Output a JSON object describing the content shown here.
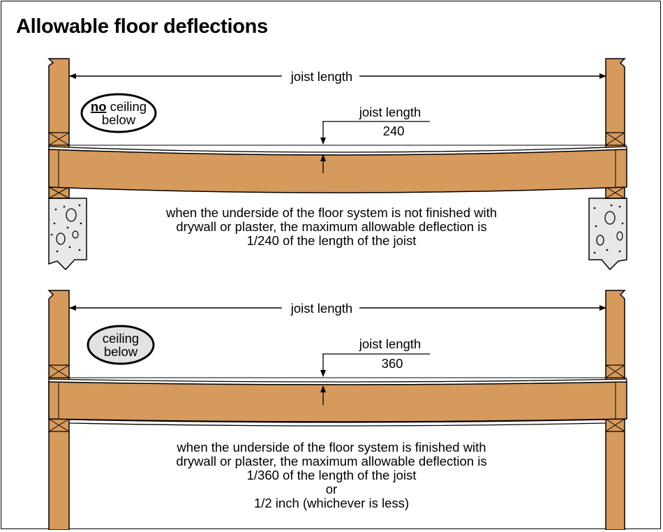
{
  "title": "Allowable floor deflections",
  "panels": [
    {
      "span_label": "joist length",
      "badge": {
        "emphasis": "no",
        "line1_rest": " ceiling",
        "line2": "below"
      },
      "fraction": {
        "numerator": "joist length",
        "denominator": "240"
      },
      "caption": [
        "when the underside of the floor system is not finished with",
        "drywall or plaster, the maximum allowable deflection is",
        "1/240 of the length of the joist"
      ]
    },
    {
      "span_label": "joist length",
      "badge": {
        "line1": "ceiling",
        "line2": "below"
      },
      "fraction": {
        "numerator": "joist length",
        "denominator": "360"
      },
      "caption": [
        "when the underside of the floor system is finished with",
        "drywall or plaster, the maximum allowable deflection is",
        "1/360 of the length of the joist",
        "or",
        "1/2 inch (whichever is less)"
      ]
    }
  ],
  "colors": {
    "wood": "#D69A5C",
    "concrete": "#E8E8E6",
    "ceiling_badge": "#E2E2E2",
    "outline": "#000000"
  }
}
